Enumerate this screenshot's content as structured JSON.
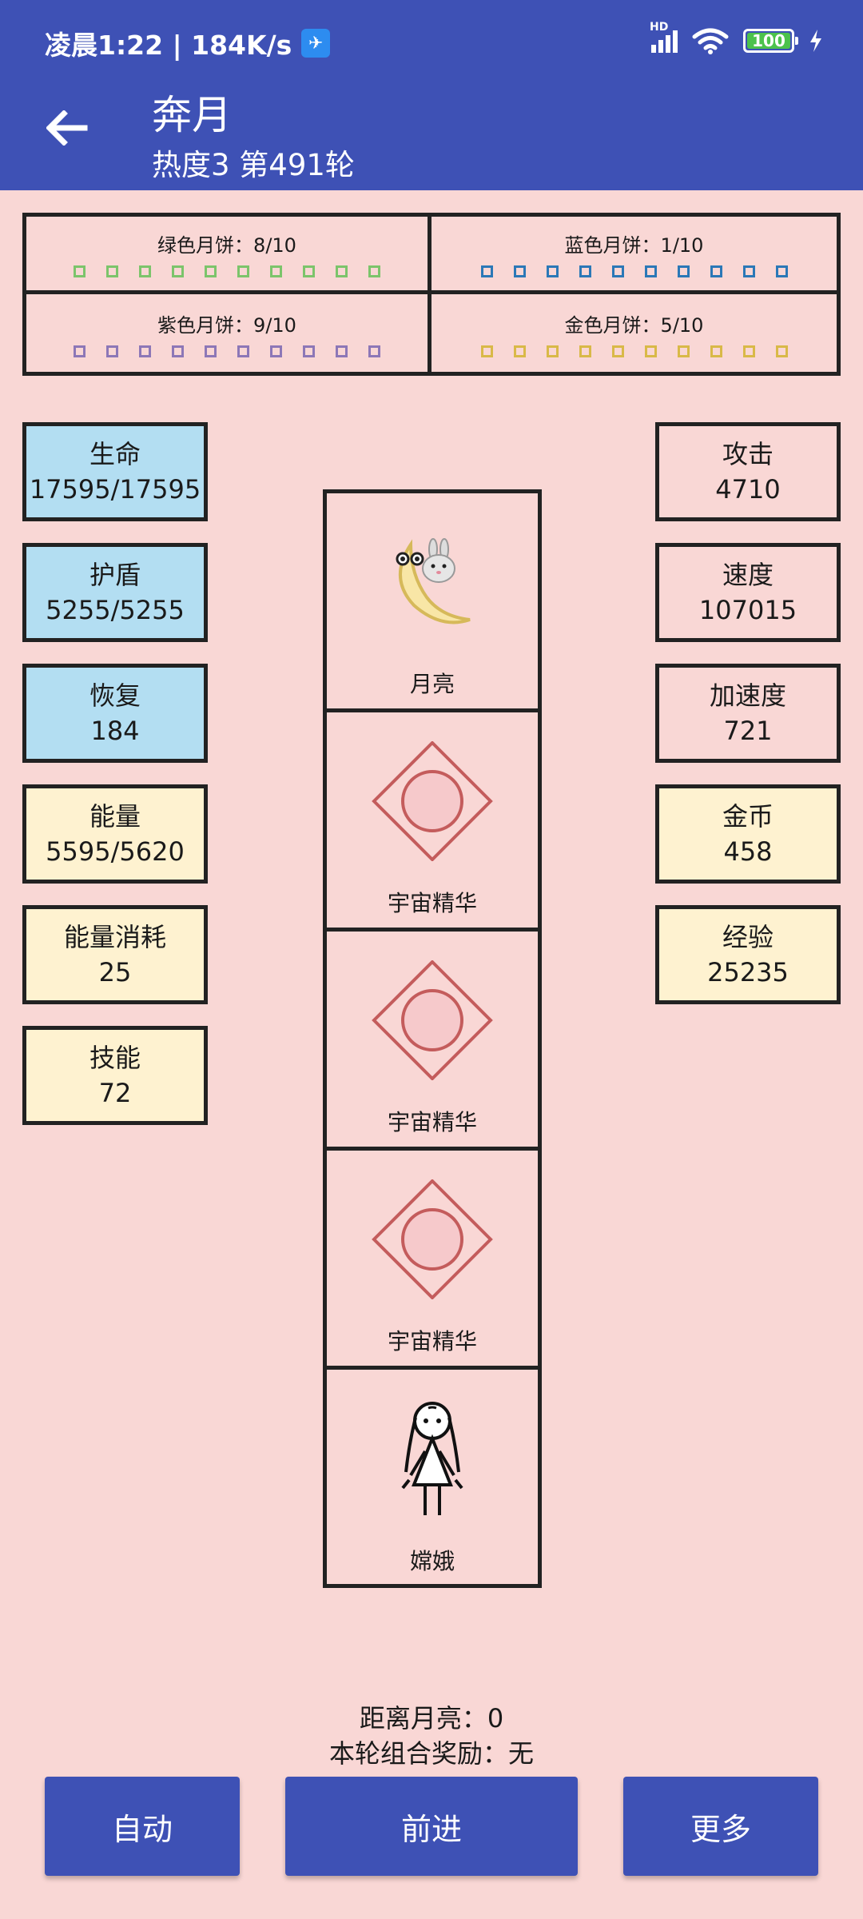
{
  "status_bar": {
    "time_speed": "凌晨1:22 | 184K/s",
    "hd_label": "HD",
    "battery": "100",
    "battery_level": 1.0
  },
  "header": {
    "title": "奔月",
    "subtitle": "热度3 第491轮"
  },
  "mooncakes": [
    {
      "label": "绿色月饼：8/10",
      "count": 8,
      "total": 10,
      "color": "#7cc46b"
    },
    {
      "label": "蓝色月饼：1/10",
      "count": 1,
      "total": 10,
      "color": "#2b78b7"
    },
    {
      "label": "紫色月饼：9/10",
      "count": 9,
      "total": 10,
      "color": "#8d77b7"
    },
    {
      "label": "金色月饼：5/10",
      "count": 5,
      "total": 10,
      "color": "#d9b948"
    }
  ],
  "left_stats": [
    {
      "label": "生命",
      "value": "17595/17595",
      "style": "blue"
    },
    {
      "label": "护盾",
      "value": "5255/5255",
      "style": "blue"
    },
    {
      "label": "恢复",
      "value": "184",
      "style": "blue"
    },
    {
      "label": "能量",
      "value": "5595/5620",
      "style": "yellow"
    },
    {
      "label": "能量消耗",
      "value": "25",
      "style": "yellow"
    },
    {
      "label": "技能",
      "value": "72",
      "style": "yellow"
    }
  ],
  "right_stats": [
    {
      "label": "攻击",
      "value": "4710",
      "style": "pink"
    },
    {
      "label": "速度",
      "value": "107015",
      "style": "pink"
    },
    {
      "label": "加速度",
      "value": "721",
      "style": "pink"
    },
    {
      "label": "金币",
      "value": "458",
      "style": "yellow"
    },
    {
      "label": "经验",
      "value": "25235",
      "style": "yellow"
    }
  ],
  "path": [
    {
      "label": "月亮",
      "icon": "moon-rabbit-icon"
    },
    {
      "label": "宇宙精华",
      "icon": "cosmic-essence-icon"
    },
    {
      "label": "宇宙精华",
      "icon": "cosmic-essence-icon"
    },
    {
      "label": "宇宙精华",
      "icon": "cosmic-essence-icon"
    },
    {
      "label": "嫦娥",
      "icon": "change-figure-icon"
    }
  ],
  "info": {
    "distance": "距离月亮：0",
    "combo": "本轮组合奖励：无"
  },
  "buttons": {
    "auto": "自动",
    "forward": "前进",
    "more": "更多"
  },
  "colors": {
    "primary": "#3e51b5",
    "background": "#f9d7d5",
    "stat_blue": "#b3def2",
    "stat_yellow": "#fef2d0"
  }
}
